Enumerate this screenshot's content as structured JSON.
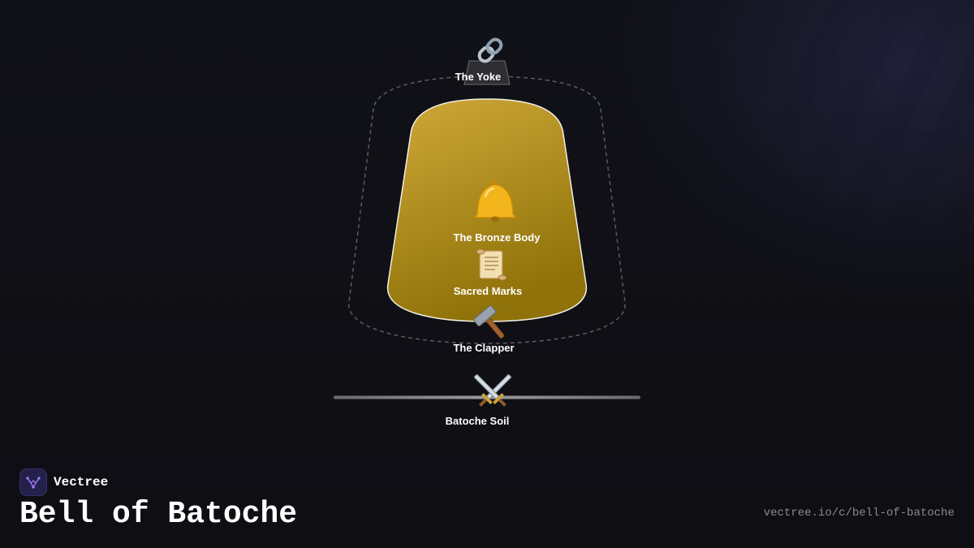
{
  "diagram": {
    "nodes": {
      "yoke": {
        "label": "The Yoke",
        "icon": "link-icon"
      },
      "body": {
        "label": "The Bronze Body",
        "icon": "bell-icon"
      },
      "marks": {
        "label": "Sacred Marks",
        "icon": "scroll-icon"
      },
      "clapper": {
        "label": "The Clapper",
        "icon": "hammer-icon"
      },
      "soil": {
        "label": "Batoche Soil",
        "icon": "crossed-swords-icon"
      }
    },
    "colors": {
      "bell_gold_top": "#cfa938",
      "bell_gold_bottom": "#8f7209",
      "dashed_outline": "#5a5a62",
      "ground_line": "#8a8a90",
      "yoke_plate": "#2e2e33"
    }
  },
  "brand": {
    "name": "Vectree",
    "logo_icon": "vectree-logo-icon",
    "logo_bg": "#23214a"
  },
  "page": {
    "title": "Bell of Batoche",
    "url": "vectree.io/c/bell-of-batoche"
  }
}
